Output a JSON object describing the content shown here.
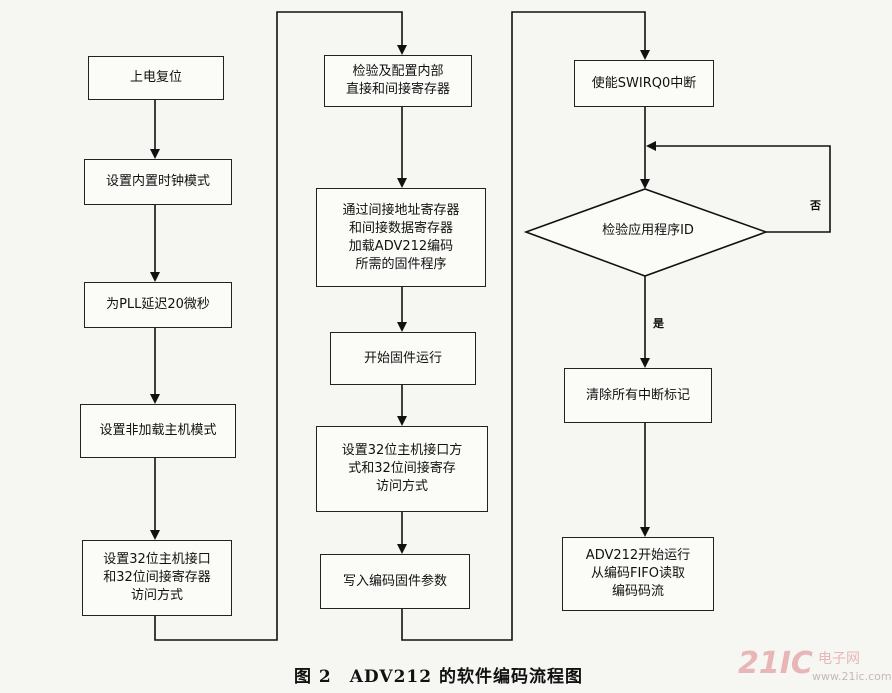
{
  "steps": {
    "power_on_reset": "上电复位",
    "set_internal_clock": "设置内置时钟模式",
    "pll_delay": "为PLL延迟20微秒",
    "set_non_boot_host": "设置非加载主机模式",
    "set_host_interface": "设置32位主机接口\n和32位间接寄存器\n访问方式",
    "check_config_registers": "检验及配置内部\n直接和间接寄存器",
    "load_firmware": "通过间接地址寄存器\n和间接数据寄存器\n加载ADV212编码\n所需的固件程序",
    "start_firmware": "开始固件运行",
    "set_host_port": "设置32位主机接口方\n式和32位间接寄存\n访问方式",
    "write_encode_params": "写入编码固件参数",
    "enable_interrupt": "使能SWIRQ0中断",
    "check_app_id": "检验应用程序ID",
    "clear_interrupts": "清除所有中断标记",
    "adv212_start": "ADV212开始运行\n从编码FIFO读取\n编码码流"
  },
  "edge_labels": {
    "no": "否",
    "yes": "是"
  },
  "caption": "图 2　ADV212 的软件编码流程图",
  "watermark": {
    "logo": "21IC",
    "site": "电子网",
    "url": "www.21ic.com"
  },
  "colors": {
    "line": "#111111",
    "watermark": "#e8b6b6"
  }
}
